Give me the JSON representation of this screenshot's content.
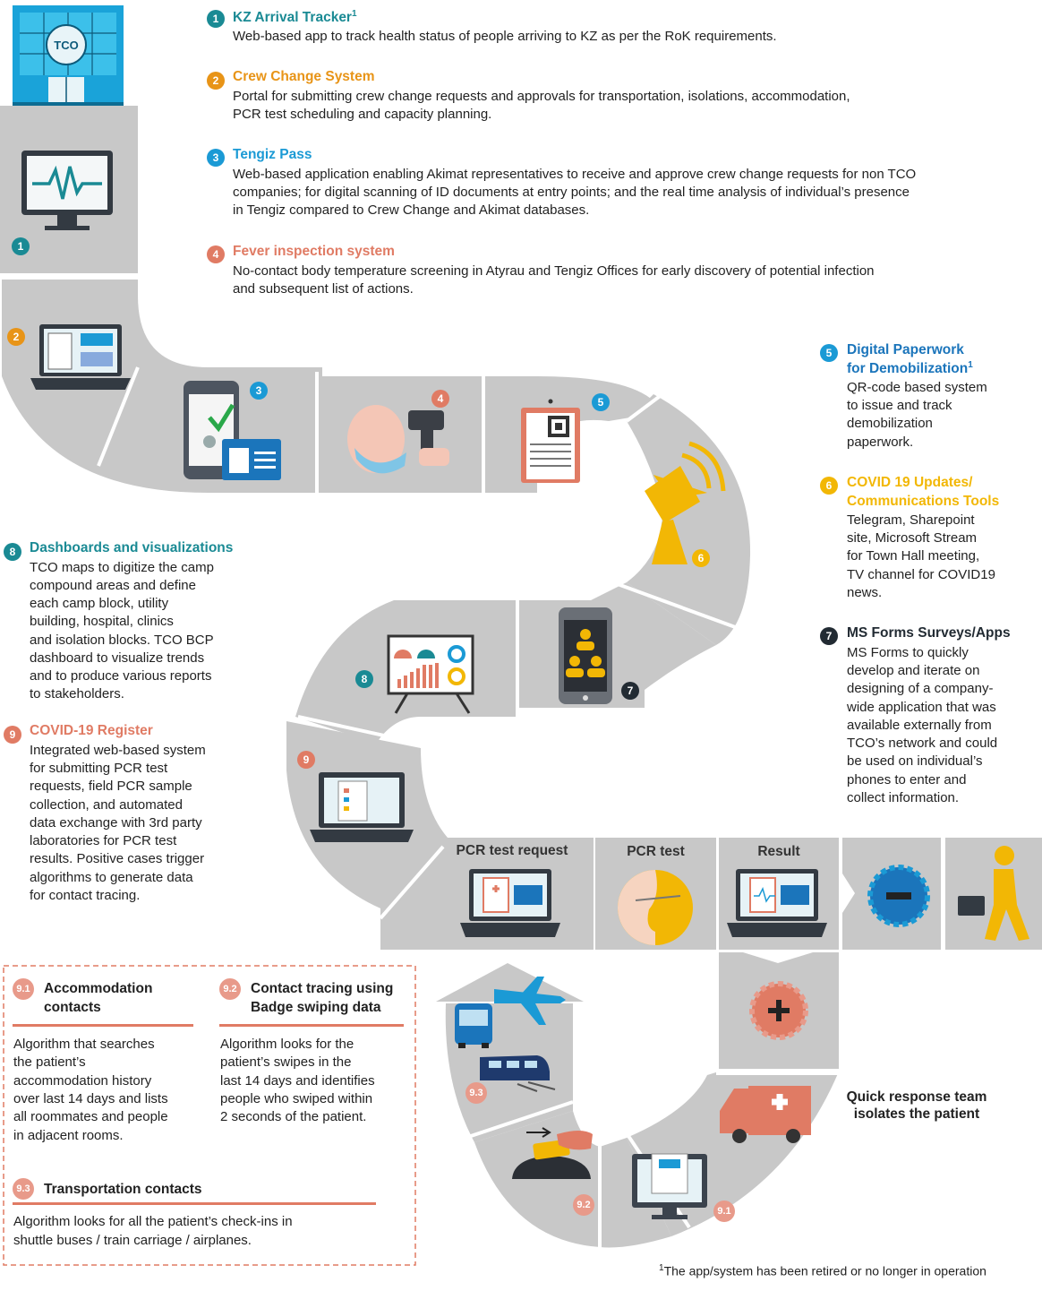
{
  "colors": {
    "teal": "#1a8a94",
    "orange": "#e89417",
    "blue": "#1b9ad5",
    "salmon": "#e07b64",
    "yellow": "#f2b705",
    "dark": "#222b33",
    "road": "#c8c8c8",
    "sep": "#ffffff"
  },
  "footnote_mark": "1",
  "items": [
    {
      "num": "1",
      "title": "KZ Arrival Tracker",
      "desc": "Web-based app to track health status of people arriving to KZ as per the RoK requirements."
    },
    {
      "num": "2",
      "title": "Crew Change System",
      "desc1": "Portal for submitting crew change requests and approvals for transportation, isolations, accommodation,",
      "desc2": "PCR test scheduling and capacity planning."
    },
    {
      "num": "3",
      "title": "Tengiz Pass",
      "desc1": "Web-based application enabling Akimat representatives to receive and approve crew change requests for non TCO",
      "desc2": "companies; for digital scanning of ID documents at entry points; and the real time analysis of individual’s presence",
      "desc3": "in Tengiz compared to Crew Change and Akimat databases."
    },
    {
      "num": "4",
      "title": "Fever inspection system",
      "desc1": "No-contact body temperature screening in Atyrau and Tengiz Offices for early discovery of potential infection",
      "desc2": "and subsequent list of actions."
    },
    {
      "num": "5",
      "title1": "Digital Paperwork",
      "title2": "for Demobilization",
      "desc": [
        "QR-code based system",
        "to issue and track",
        "demobilization",
        "paperwork."
      ]
    },
    {
      "num": "6",
      "title1": "COVID 19 Updates/",
      "title2": "Communications Tools",
      "desc": [
        "Telegram, Sharepoint",
        "site, Microsoft Stream",
        "for Town Hall meeting,",
        "TV channel for COVID19",
        "news."
      ]
    },
    {
      "num": "7",
      "title": "MS Forms Surveys/Apps",
      "desc": [
        "MS Forms to quickly",
        "develop and iterate on",
        "designing of a company-",
        "wide application that was",
        "available externally from",
        "TCO’s network and could",
        "be used on individual’s",
        "phones to enter and",
        "collect information."
      ]
    },
    {
      "num": "8",
      "title": "Dashboards and visualizations",
      "desc": [
        "TCO maps to digitize the camp",
        "compound areas and define",
        "each camp block, utility",
        "building, hospital, clinics",
        "and isolation blocks. TCO BCP",
        "dashboard to visualize trends",
        "and to produce various reports",
        "to stakeholders."
      ]
    },
    {
      "num": "9",
      "title": "COVID-19 Register",
      "desc": [
        "Integrated web-based system",
        "for submitting PCR test",
        "requests, field PCR sample",
        "collection, and automated",
        "data exchange with 3rd party",
        "laboratories for PCR test",
        "results. Positive cases trigger",
        "algorithms to generate data",
        "for contact tracing."
      ]
    }
  ],
  "tiles": {
    "pcr_request": "PCR test request",
    "pcr_test": "PCR test",
    "result": "Result"
  },
  "sub": {
    "s91": {
      "num": "9.1",
      "title1": "Accommodation",
      "title2": "contacts",
      "desc": [
        "Algorithm that searches",
        "the patient’s",
        "accommodation history",
        "over last 14 days and lists",
        "all roommates and people",
        "in adjacent rooms."
      ]
    },
    "s92": {
      "num": "9.2",
      "title1": "Contact tracing using",
      "title2": "Badge swiping data",
      "desc": [
        "Algorithm looks for the",
        "patient’s swipes in the",
        "last 14 days and identifies",
        "people who swiped within",
        "2 seconds of the patient."
      ]
    },
    "s93": {
      "num": "9.3",
      "title": "Transportation contacts",
      "desc1": "Algorithm looks for all the patient’s check-ins in",
      "desc2": "shuttle buses / train carriage / airplanes."
    }
  },
  "quick": {
    "line1": "Quick response team",
    "line2": "isolates the patient"
  },
  "building_sign": "TCO",
  "footnote": "The app/system has been retired or no longer in operation"
}
